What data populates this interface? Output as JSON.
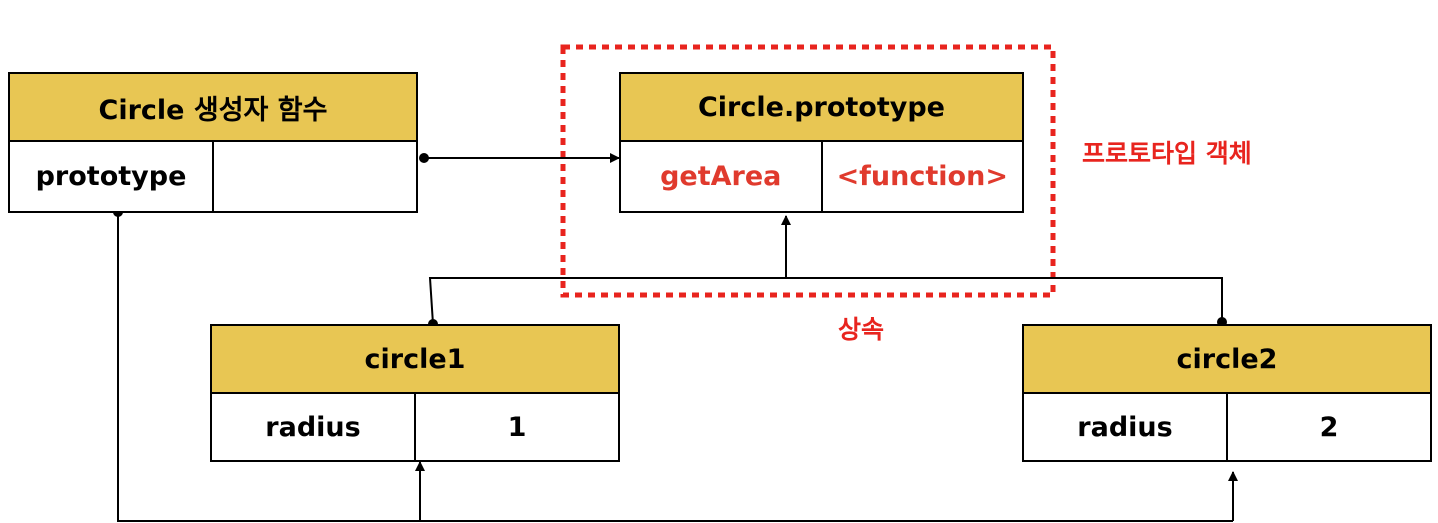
{
  "constructor_box": {
    "title": "Circle 생성자 함수",
    "prop_key": "prototype",
    "prop_value": ""
  },
  "prototype_box": {
    "title": "Circle.prototype",
    "prop_key": "getArea",
    "prop_value": "<function>"
  },
  "circle1_box": {
    "title": "circle1",
    "prop_key": "radius",
    "prop_value": "1"
  },
  "circle2_box": {
    "title": "circle2",
    "prop_key": "radius",
    "prop_value": "2"
  },
  "labels": {
    "prototype_object": "프로토타입 객체",
    "inheritance": "상속"
  },
  "colors": {
    "header_fill": "#e8c653",
    "highlight_red": "#e03a2d",
    "dashed_border": "#e8241e"
  }
}
